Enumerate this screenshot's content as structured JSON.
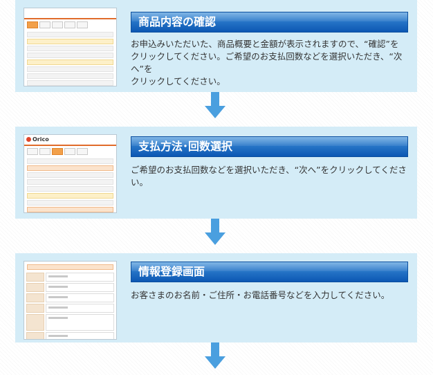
{
  "steps": [
    {
      "title": "商品内容の確認",
      "description": "お申込みいただいた、商品概要と金額が表示されますので、“確認”を\nクリックしてください。ご希望のお支払回数などを選択いただき、“次\nへ”を\nクリックしてください。",
      "thumbnail_icon": "order-confirmation-screenshot"
    },
    {
      "title": "支払方法･回数選択",
      "description": "ご希望のお支払回数などを選択いただき、“次へ”をクリックしてくださ\nい。",
      "thumbnail_icon": "payment-selection-screenshot"
    },
    {
      "title": "情報登録画面",
      "description": "お客さまのお名前・ご住所・お電話番号などを入力してください。",
      "thumbnail_icon": "registration-form-screenshot"
    }
  ],
  "thumbnails": {
    "step2_logo": "Orico"
  },
  "colors": {
    "panel_bg": "#d4ecf7",
    "title_gradient_top": "#3d8ed8",
    "title_gradient_bottom": "#0c57b3",
    "arrow": "#4a9fdf",
    "text": "#333333",
    "accent_orange": "#e06b2a"
  }
}
